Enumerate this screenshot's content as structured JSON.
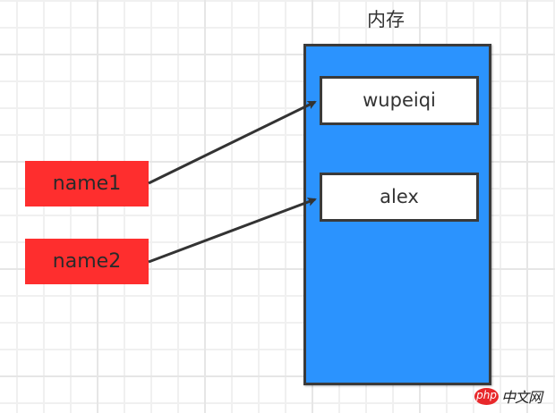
{
  "diagram": {
    "title": "内存",
    "memory_cells": [
      {
        "value": "wupeiqi"
      },
      {
        "value": "alex"
      }
    ],
    "variables": [
      {
        "name": "name1",
        "points_to": "wupeiqi"
      },
      {
        "name": "name2",
        "points_to": "alex"
      }
    ],
    "colors": {
      "memory_fill": "#2b93fe",
      "variable_fill": "#fe2e2e",
      "stroke": "#3a3a3a"
    }
  },
  "watermark": {
    "logo": "php",
    "text": "中文网"
  }
}
